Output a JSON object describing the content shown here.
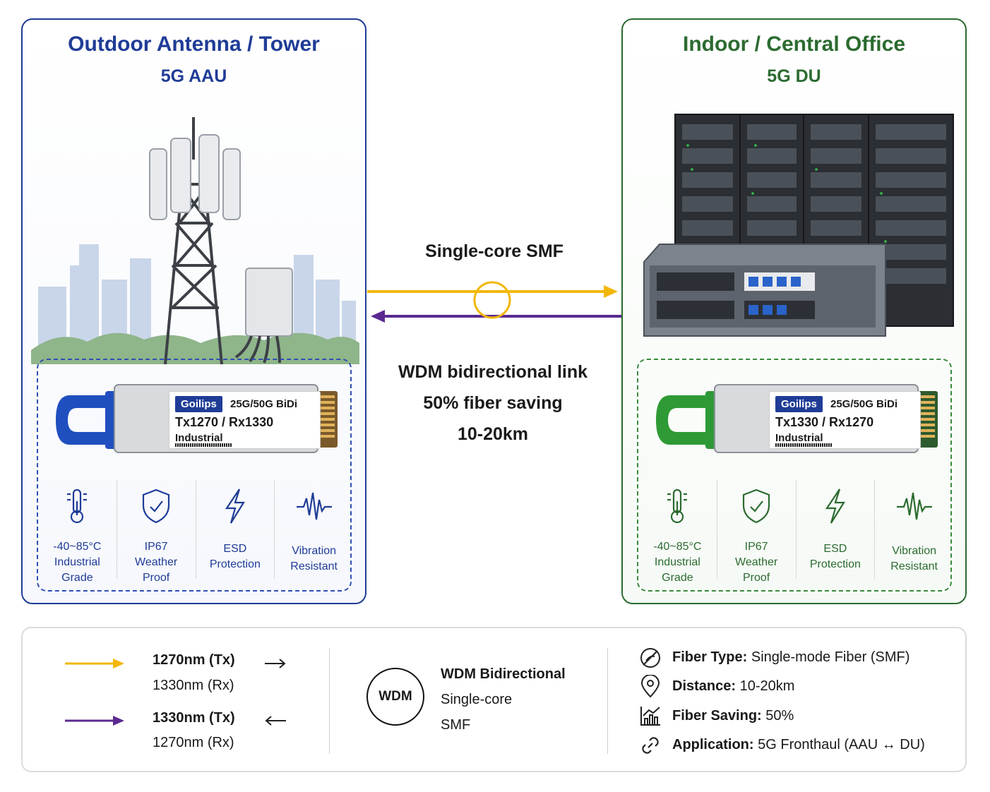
{
  "left": {
    "title": "Outdoor Antenna / Tower",
    "subtitle": "5G AAU",
    "module": {
      "brand": "Goilips",
      "rate": "25G/50G BiDi",
      "txrx": "Tx1270 / Rx1330",
      "grade": "Industrial"
    },
    "features": [
      {
        "line1": "-40~85°C",
        "line2": "Industrial",
        "line3": "Grade"
      },
      {
        "line1": "IP67",
        "line2": "Weather",
        "line3": "Proof"
      },
      {
        "line1": "ESD",
        "line2": "Protection"
      },
      {
        "line1": "Vibration",
        "line2": "Resistant"
      }
    ],
    "color": "#1f3c96",
    "latch_color": "#1f4fbf"
  },
  "right": {
    "title": "Indoor / Central Office",
    "subtitle": "5G DU",
    "module": {
      "brand": "Goilips",
      "rate": "25G/50G BiDi",
      "txrx": "Tx1330 / Rx1270",
      "grade": "Industrial"
    },
    "features": [
      {
        "line1": "-40~85°C",
        "line2": "Industrial",
        "line3": "Grade"
      },
      {
        "line1": "IP67",
        "line2": "Weather",
        "line3": "Proof"
      },
      {
        "line1": "ESD",
        "line2": "Protection"
      },
      {
        "line1": "Vibration",
        "line2": "Resistant"
      }
    ],
    "color": "#2c6b30",
    "latch_color": "#2e9a36"
  },
  "link": {
    "title": "Single-core SMF",
    "desc_line1": "WDM bidirectional link",
    "desc_line2": "50% fiber saving",
    "desc_line3": "10-20km",
    "tx_color": "#f2b705",
    "rx_color": "#5b2a91"
  },
  "legend": {
    "wave1_tx": "1270nm (Tx)",
    "wave1_rx": "1330nm (Rx)",
    "wave2_tx": "1330nm (Tx)",
    "wave2_rx": "1270nm (Rx)",
    "wdm_badge": "WDM",
    "wdm_line1": "WDM Bidirectional",
    "wdm_line2": "Single-core",
    "wdm_line3": "SMF",
    "specs": [
      {
        "label": "Fiber Type:",
        "value": "Single-mode Fiber (SMF)"
      },
      {
        "label": "Distance:",
        "value": "10-20km"
      },
      {
        "label": "Fiber Saving:",
        "value": "50%"
      },
      {
        "label": "Application:",
        "value": "5G Fronthaul (AAU ↔ DU)"
      }
    ]
  }
}
